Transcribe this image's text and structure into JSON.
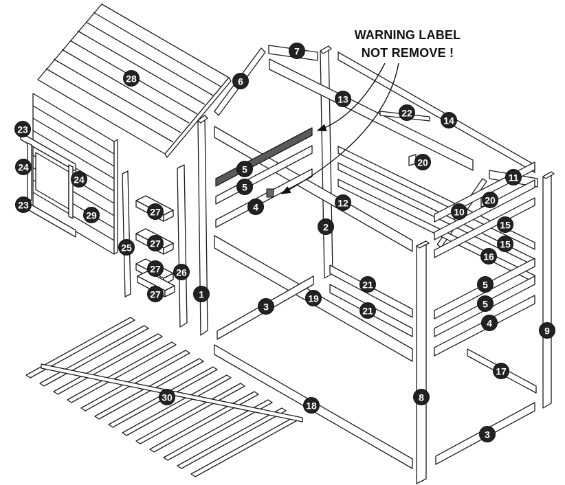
{
  "warning": {
    "line1": "WARNING LABEL",
    "line2": "NOT REMOVE !"
  },
  "parts": [
    {
      "id": "p28a",
      "label": "28"
    },
    {
      "id": "p6",
      "label": "6"
    },
    {
      "id": "p7",
      "label": "7"
    },
    {
      "id": "p13",
      "label": "13"
    },
    {
      "id": "p14",
      "label": "14"
    },
    {
      "id": "p22",
      "label": "22"
    },
    {
      "id": "p23a",
      "label": "23"
    },
    {
      "id": "p24a",
      "label": "24"
    },
    {
      "id": "p24b",
      "label": "24"
    },
    {
      "id": "p23b",
      "label": "23"
    },
    {
      "id": "p29",
      "label": "29"
    },
    {
      "id": "p5a",
      "label": "5"
    },
    {
      "id": "p5b",
      "label": "5"
    },
    {
      "id": "p4a",
      "label": "4"
    },
    {
      "id": "p20a",
      "label": "20"
    },
    {
      "id": "p11",
      "label": "11"
    },
    {
      "id": "p12",
      "label": "12"
    },
    {
      "id": "p20b",
      "label": "20"
    },
    {
      "id": "p10",
      "label": "10"
    },
    {
      "id": "p15a",
      "label": "15"
    },
    {
      "id": "p15b",
      "label": "15"
    },
    {
      "id": "p16",
      "label": "16"
    },
    {
      "id": "p2",
      "label": "2"
    },
    {
      "id": "p27a",
      "label": "27"
    },
    {
      "id": "p27b",
      "label": "27"
    },
    {
      "id": "p27c",
      "label": "27"
    },
    {
      "id": "p27d",
      "label": "27"
    },
    {
      "id": "p25",
      "label": "25"
    },
    {
      "id": "p26",
      "label": "26"
    },
    {
      "id": "p1",
      "label": "1"
    },
    {
      "id": "p3a",
      "label": "3"
    },
    {
      "id": "p19",
      "label": "19"
    },
    {
      "id": "p21a",
      "label": "21"
    },
    {
      "id": "p21b",
      "label": "21"
    },
    {
      "id": "p5c",
      "label": "5"
    },
    {
      "id": "p5d",
      "label": "5"
    },
    {
      "id": "p4b",
      "label": "4"
    },
    {
      "id": "p9",
      "label": "9"
    },
    {
      "id": "p17",
      "label": "17"
    },
    {
      "id": "p30",
      "label": "30"
    },
    {
      "id": "p18",
      "label": "18"
    },
    {
      "id": "p8",
      "label": "8"
    },
    {
      "id": "p3b",
      "label": "3"
    }
  ]
}
